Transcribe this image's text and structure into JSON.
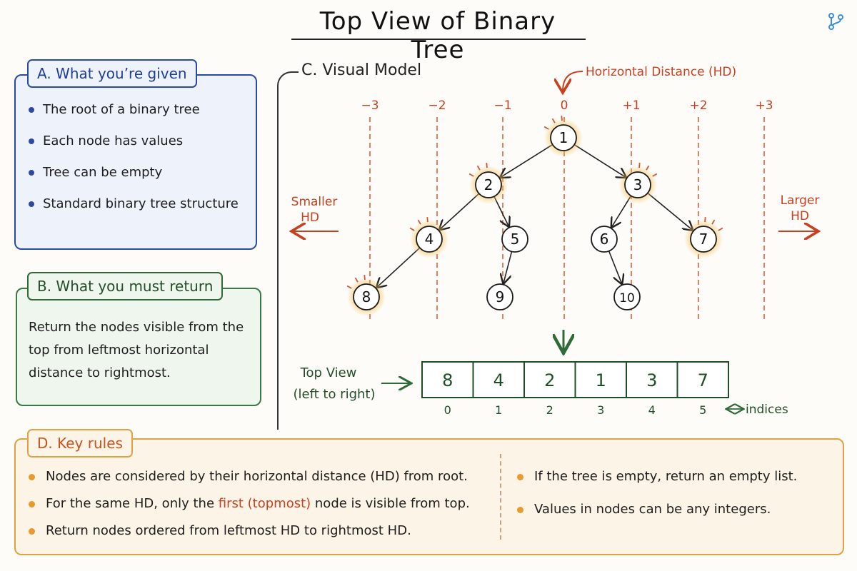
{
  "title": "Top View of Binary Tree",
  "panel_a": {
    "tab": "A. What you’re given",
    "items": [
      "The root of a binary tree",
      "Each node has values",
      "Tree can be empty",
      "Standard binary tree structure"
    ]
  },
  "panel_b": {
    "tab": "B. What you must return",
    "text": "Return the nodes visible from the top from leftmost horizontal distance to rightmost."
  },
  "panel_c": {
    "title": "C. Visual Model",
    "hd_label": "Horizontal Distance (HD)",
    "hd_values": [
      "−3",
      "−2",
      "−1",
      "0",
      "+1",
      "+2",
      "+3"
    ],
    "smaller_label": [
      "Smaller",
      "HD"
    ],
    "larger_label": [
      "Larger",
      "HD"
    ],
    "nodes": [
      {
        "id": "1",
        "highlight": true
      },
      {
        "id": "2",
        "highlight": true
      },
      {
        "id": "3",
        "highlight": true
      },
      {
        "id": "4",
        "highlight": true
      },
      {
        "id": "5",
        "highlight": false
      },
      {
        "id": "6",
        "highlight": false
      },
      {
        "id": "7",
        "highlight": true
      },
      {
        "id": "8",
        "highlight": true
      },
      {
        "id": "9",
        "highlight": false
      },
      {
        "id": "10",
        "highlight": false
      }
    ],
    "edges": [
      [
        "1",
        "2"
      ],
      [
        "1",
        "3"
      ],
      [
        "2",
        "4"
      ],
      [
        "2",
        "5"
      ],
      [
        "3",
        "6"
      ],
      [
        "3",
        "7"
      ],
      [
        "4",
        "8"
      ],
      [
        "5",
        "9"
      ],
      [
        "6",
        "10"
      ]
    ],
    "result_label": [
      "Top View",
      "(left to right)"
    ],
    "result": [
      "8",
      "4",
      "2",
      "1",
      "3",
      "7"
    ],
    "indices": [
      "0",
      "1",
      "2",
      "3",
      "4",
      "5"
    ],
    "indices_label": "indices"
  },
  "panel_d": {
    "tab": "D. Key rules",
    "left_items": [
      {
        "text": "Nodes are considered by their horizontal distance (HD) from root."
      },
      {
        "pre": "For the same HD, only the ",
        "highlight": "first (topmost)",
        "post": " node is visible from top."
      },
      {
        "text": "Return nodes ordered from leftmost HD to rightmost HD."
      }
    ],
    "right_items": [
      "If the tree is empty, return an empty list.",
      "Values in nodes can be any integers."
    ]
  },
  "colors": {
    "accent_red": "#c8401f",
    "blue": "#2b4aa3",
    "green": "#2f6b37",
    "orange": "#e0a244",
    "glow": "#f6c25a"
  }
}
